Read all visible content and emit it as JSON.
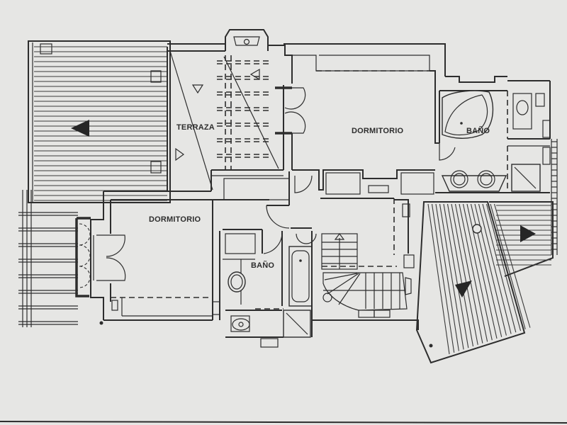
{
  "document": {
    "type": "floor plan (upper level)",
    "paper_color": "#e6e6e4",
    "ink_color": "#2d2d2d"
  },
  "rooms": [
    {
      "id": "terrace",
      "label": "TERRAZA"
    },
    {
      "id": "bedroom-main",
      "label": "DORMITORIO"
    },
    {
      "id": "bath-main",
      "label": "BAÑO"
    },
    {
      "id": "bedroom-second",
      "label": "DORMITORIO"
    },
    {
      "id": "bath-second",
      "label": "BAÑO"
    }
  ],
  "roof_slopes": [
    {
      "id": "roof-left",
      "direction": "left"
    },
    {
      "id": "roof-right",
      "direction": "right"
    },
    {
      "id": "roof-lower-right",
      "direction": "down"
    },
    {
      "id": "terrace-slope-1",
      "direction": "down"
    },
    {
      "id": "terrace-slope-2",
      "direction": "right"
    },
    {
      "id": "pergola-slope",
      "direction": "left"
    }
  ],
  "fixtures": [
    "corner-bathtub",
    "toilet",
    "shower",
    "double-sink",
    "sink",
    "bathtub",
    "toilet",
    "shower",
    "spiral-staircase",
    "fireplace"
  ]
}
